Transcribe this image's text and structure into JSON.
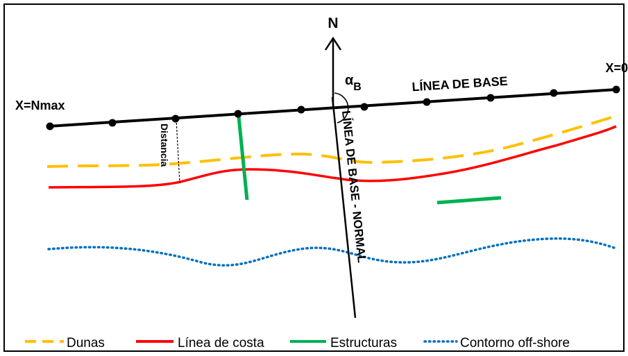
{
  "labels": {
    "north": "N",
    "alpha_main": "α",
    "alpha_sub": "B",
    "x_zero": "X=0",
    "x_max": "X=Nmax",
    "baseline": "LÍNEA DE BASE",
    "normal": "LÍNEA DE BASE - NORMAL",
    "distance": "Distancia"
  },
  "legend": [
    {
      "label": "Dunas",
      "style": "dashed",
      "color": "#FFC000"
    },
    {
      "label": "Línea de costa",
      "style": "solid",
      "color": "#FF0000"
    },
    {
      "label": "Estructuras",
      "style": "solid",
      "color": "#00B050"
    },
    {
      "label": "Contorno off-shore",
      "style": "dotted",
      "color": "#0070C0"
    }
  ],
  "colors": {
    "baseline": "#000000",
    "dunes": "#FFC000",
    "coast": "#FF0000",
    "structures": "#00B050",
    "offshore": "#0070C0",
    "frame": "#000000"
  }
}
